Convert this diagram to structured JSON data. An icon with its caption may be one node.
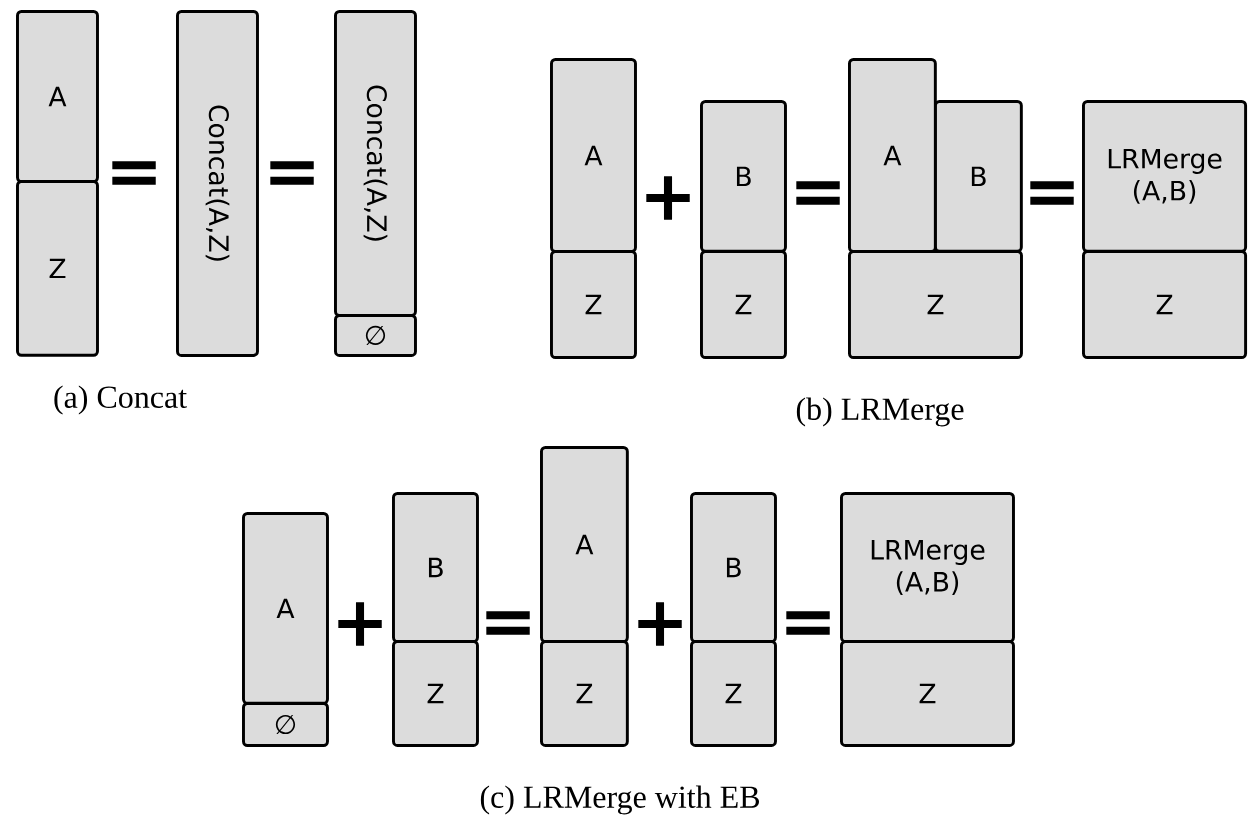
{
  "diagram": {
    "nodes": [
      {
        "text": [
          "A"
        ]
      },
      {
        "text": [
          "Z"
        ]
      },
      {
        "text": [
          "Concat(A,Z)"
        ]
      },
      {
        "text": [
          "Concat(A,Z)"
        ]
      },
      {
        "text": [
          "∅"
        ]
      },
      {
        "text": [
          "A"
        ]
      },
      {
        "text": [
          "Z"
        ]
      },
      {
        "text": [
          "B"
        ]
      },
      {
        "text": [
          "Z"
        ]
      },
      {
        "text": [
          "A"
        ]
      },
      {
        "text": [
          "B"
        ]
      },
      {
        "text": [
          "Z"
        ]
      },
      {
        "text": [
          "LRMerge (A,B)"
        ]
      },
      {
        "text": [
          "Z"
        ]
      },
      {
        "text": [
          "A"
        ]
      },
      {
        "text": [
          "∅"
        ]
      },
      {
        "text": [
          "B"
        ]
      },
      {
        "text": [
          "Z"
        ]
      },
      {
        "text": [
          "A"
        ]
      },
      {
        "text": [
          "Z"
        ]
      },
      {
        "text": [
          "B"
        ]
      },
      {
        "text": [
          "Z"
        ]
      },
      {
        "text": [
          "LRMerge (A,B)"
        ]
      },
      {
        "text": [
          "Z"
        ]
      }
    ],
    "labels": [
      "=",
      "=",
      "+",
      "=",
      "=",
      "(a) Concat",
      "(b) LRMerge",
      "+",
      "=",
      "+",
      "=",
      "(c) LRMerge with EB"
    ]
  }
}
